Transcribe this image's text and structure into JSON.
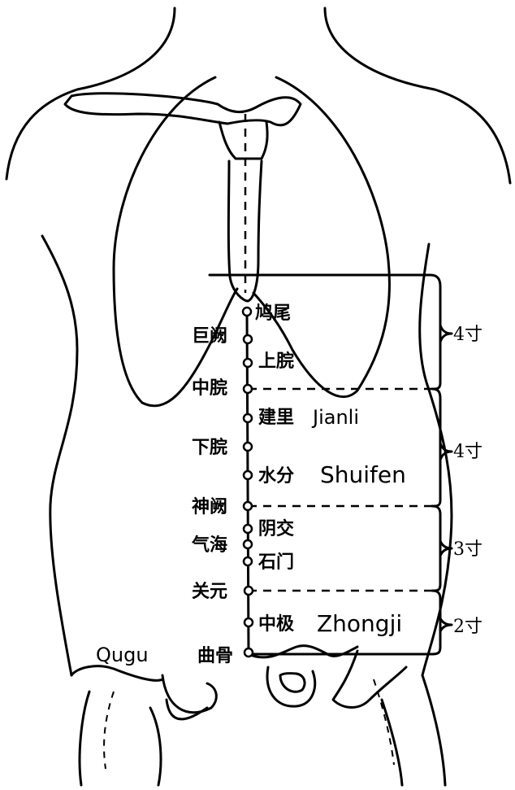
{
  "points": {
    "jiuwei": "鸠尾",
    "juque": "巨阙",
    "shangwan": "上脘",
    "zhongwan": "中脘",
    "jianli": "建里",
    "xiawan": "下脘",
    "shuifen": "水分",
    "shenque": "神阙",
    "yinjiao": "阴交",
    "qihai": "气海",
    "shimen": "石门",
    "guanyuan": "关元",
    "zhongji": "中极",
    "qugu": "曲骨"
  },
  "pinyin": {
    "jianli": "Jianli",
    "shuifen": "Shuifen",
    "zhongji": "Zhongji",
    "qugu": "Qugu"
  },
  "measures": {
    "upper": "4寸",
    "middle": "4寸",
    "lower": "3寸",
    "bottom": "2寸"
  }
}
